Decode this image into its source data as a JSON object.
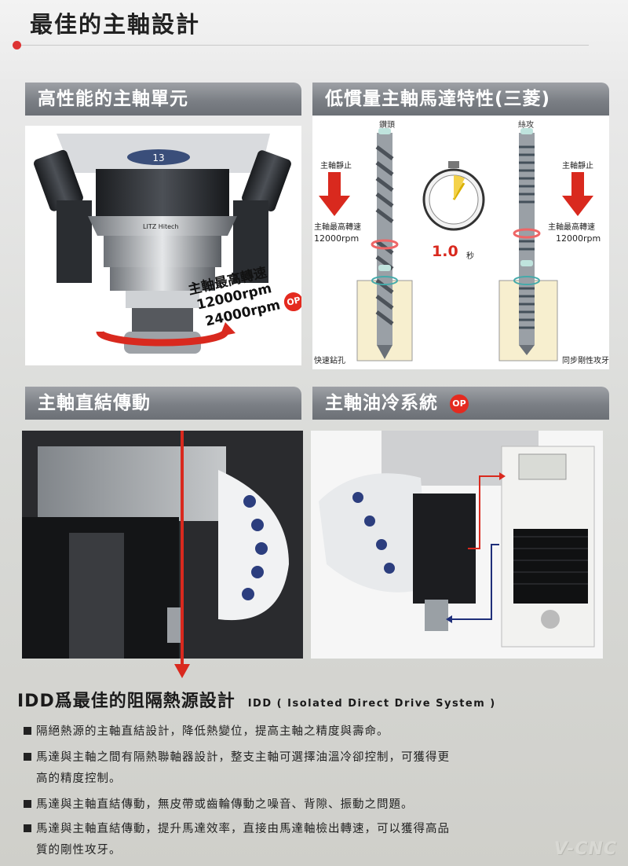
{
  "page": {
    "title": "最佳的主軸設計",
    "brand": "V-CNC"
  },
  "section1": {
    "title": "高性能的主軸單元",
    "label_line1": "主軸最高轉速",
    "label_line2": "12000rpm",
    "label_line3": "24000rpm",
    "op": "OP",
    "brand_plate": "LITZ Hitech",
    "tool_number": "13"
  },
  "section2": {
    "title": "低慣量主軸馬達特性(三菱)",
    "drill_label": "鑽頭",
    "tap_label": "絲攻",
    "stop_left": "主軸靜止",
    "stop_right": "主軸靜止",
    "speed_left": "主軸最高轉速",
    "rpm_left": "12000rpm",
    "speed_right": "主軸最高轉速",
    "rpm_right": "12000rpm",
    "time_value": "1.0",
    "time_unit": "秒",
    "caption_left": "快速鉆孔",
    "caption_right": "同步剛性攻牙"
  },
  "section3": {
    "title": "主軸直結傳動"
  },
  "section4": {
    "title": "主軸油冷系統",
    "op": "OP"
  },
  "idd": {
    "title": "IDD爲最佳的阻隔熱源設計",
    "subtitle": "IDD ( Isolated Direct Drive System )",
    "bullets": [
      {
        "line1": "隔絕熱源的主軸直結設計，降低熱變位，提高主軸之精度與壽命。",
        "line2": ""
      },
      {
        "line1": "馬達與主軸之間有隔熱聯軸器設計，整支主軸可選擇油溫冷卻控制，可獲得更",
        "line2": "高的精度控制。"
      },
      {
        "line1": "馬達與主軸直結傳動，無皮帶或齒輪傳動之噪音、背隙、振動之問題。",
        "line2": ""
      },
      {
        "line1": "馬達與主軸直結傳動，提升馬達效率，直接由馬達軸檢出轉速，可以獲得高品",
        "line2": "質的剛性攻牙。"
      }
    ]
  },
  "colors": {
    "accent_red": "#d9291e",
    "bar_gray": "#7b7f85",
    "arrow_blue": "#1f2f7a"
  }
}
